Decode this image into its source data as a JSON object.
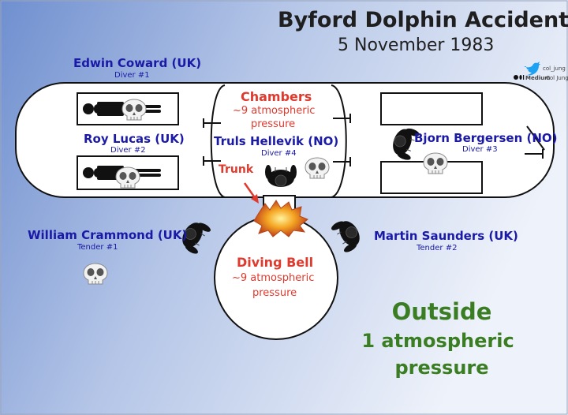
{
  "title": "Byford Dolphin Accident",
  "date": "5 November 1983",
  "credits": {
    "twitter_handle": "col_jung",
    "medium_label": "Medium",
    "medium_author": "Col Jung"
  },
  "people": {
    "edwin": {
      "name": "Edwin Coward (UK)",
      "role": "Diver #1"
    },
    "roy": {
      "name": "Roy Lucas (UK)",
      "role": "Diver #2"
    },
    "truls": {
      "name": "Truls Hellevik (NO)",
      "role": "Diver #4"
    },
    "bjorn": {
      "name": "Bjorn Bergersen (NO)",
      "role": "Diver #3"
    },
    "william": {
      "name": "William Crammond (UK)",
      "role": "Tender #1"
    },
    "martin": {
      "name": "Martin Saunders (UK)",
      "role": "Tender #2"
    }
  },
  "chambers": {
    "label": "Chambers",
    "line2": "~9 atmospheric",
    "line3": "pressure"
  },
  "trunk_label": "Trunk",
  "bell": {
    "label": "Diving Bell",
    "line2": "~9 atmospheric",
    "line3": "pressure"
  },
  "outside": {
    "label": "Outside",
    "line2": "1 atmospheric",
    "line3": "pressure"
  },
  "colors": {
    "background_gradient": [
      "#6f8fcf",
      "#e9eef8"
    ],
    "name_blue": "#1a1aa6",
    "red": "#e03a2e",
    "green": "#3a7d22"
  },
  "icons": [
    "skull-icon",
    "body-figure-icon",
    "person-topdown-icon",
    "explosion-icon",
    "twitter-bird-icon",
    "red-arrow-icon"
  ]
}
